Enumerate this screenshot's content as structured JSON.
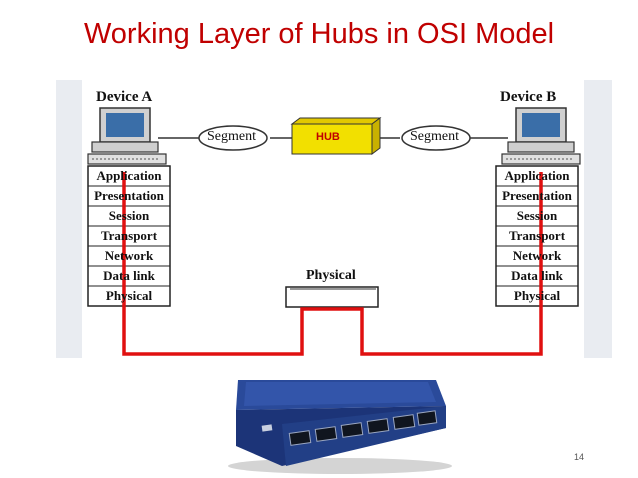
{
  "slide": {
    "title": "Working Layer of Hubs in OSI Model",
    "page_number": "14"
  },
  "diagram": {
    "device_a": "Device A",
    "device_b": "Device B",
    "segment_left": "Segment",
    "segment_right": "Segment",
    "hub_label": "HUB",
    "physical_label": "Physical",
    "layers": [
      "Application",
      "Presentation",
      "Session",
      "Transport",
      "Network",
      "Data link",
      "Physical"
    ]
  },
  "colors": {
    "title": "#c00000",
    "signal_line": "#e01010",
    "hub_box": "#f2e000",
    "hub_device": "#1f3a8a"
  }
}
